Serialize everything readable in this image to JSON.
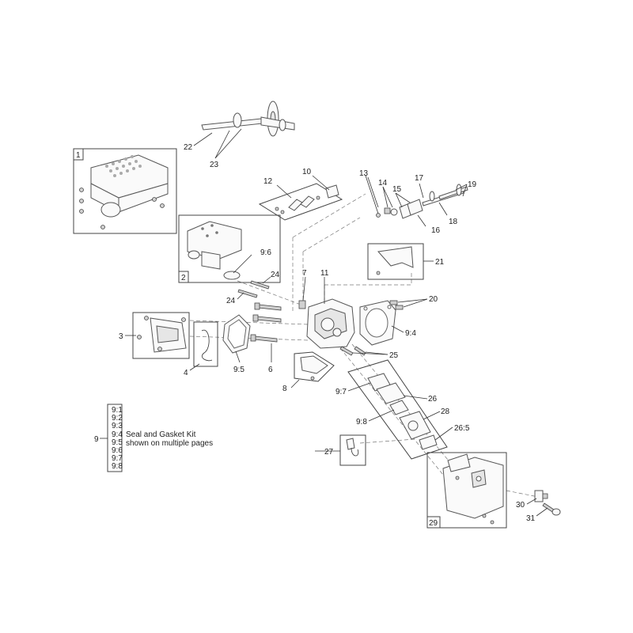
{
  "callouts": {
    "c1": "1",
    "c2": "2",
    "c3": "3",
    "c4": "4",
    "c6": "6",
    "c7": "7",
    "c8": "8",
    "c94": "9:4",
    "c95": "9:5",
    "c96": "9:6",
    "c97": "9:7",
    "c98": "9:8",
    "c10": "10",
    "c11": "11",
    "c12": "12",
    "c13": "13",
    "c14": "14",
    "c15": "15",
    "c16": "16",
    "c17": "17",
    "c18": "18",
    "c19": "19",
    "c20": "20",
    "c21": "21",
    "c22": "22",
    "c23": "23",
    "c24a": "24",
    "c24b": "24",
    "c25": "25",
    "c26": "26",
    "c265": "26:5",
    "c27": "27",
    "c28": "28",
    "c29": "29",
    "c30": "30",
    "c31": "31"
  },
  "kit_legend": {
    "number": "9",
    "items": [
      "9:1",
      "9:2",
      "9:3",
      "9:4",
      "9:5",
      "9:6",
      "9:7",
      "9:8"
    ],
    "line1": "Seal and Gasket Kit",
    "line2": "shown on multiple pages"
  }
}
